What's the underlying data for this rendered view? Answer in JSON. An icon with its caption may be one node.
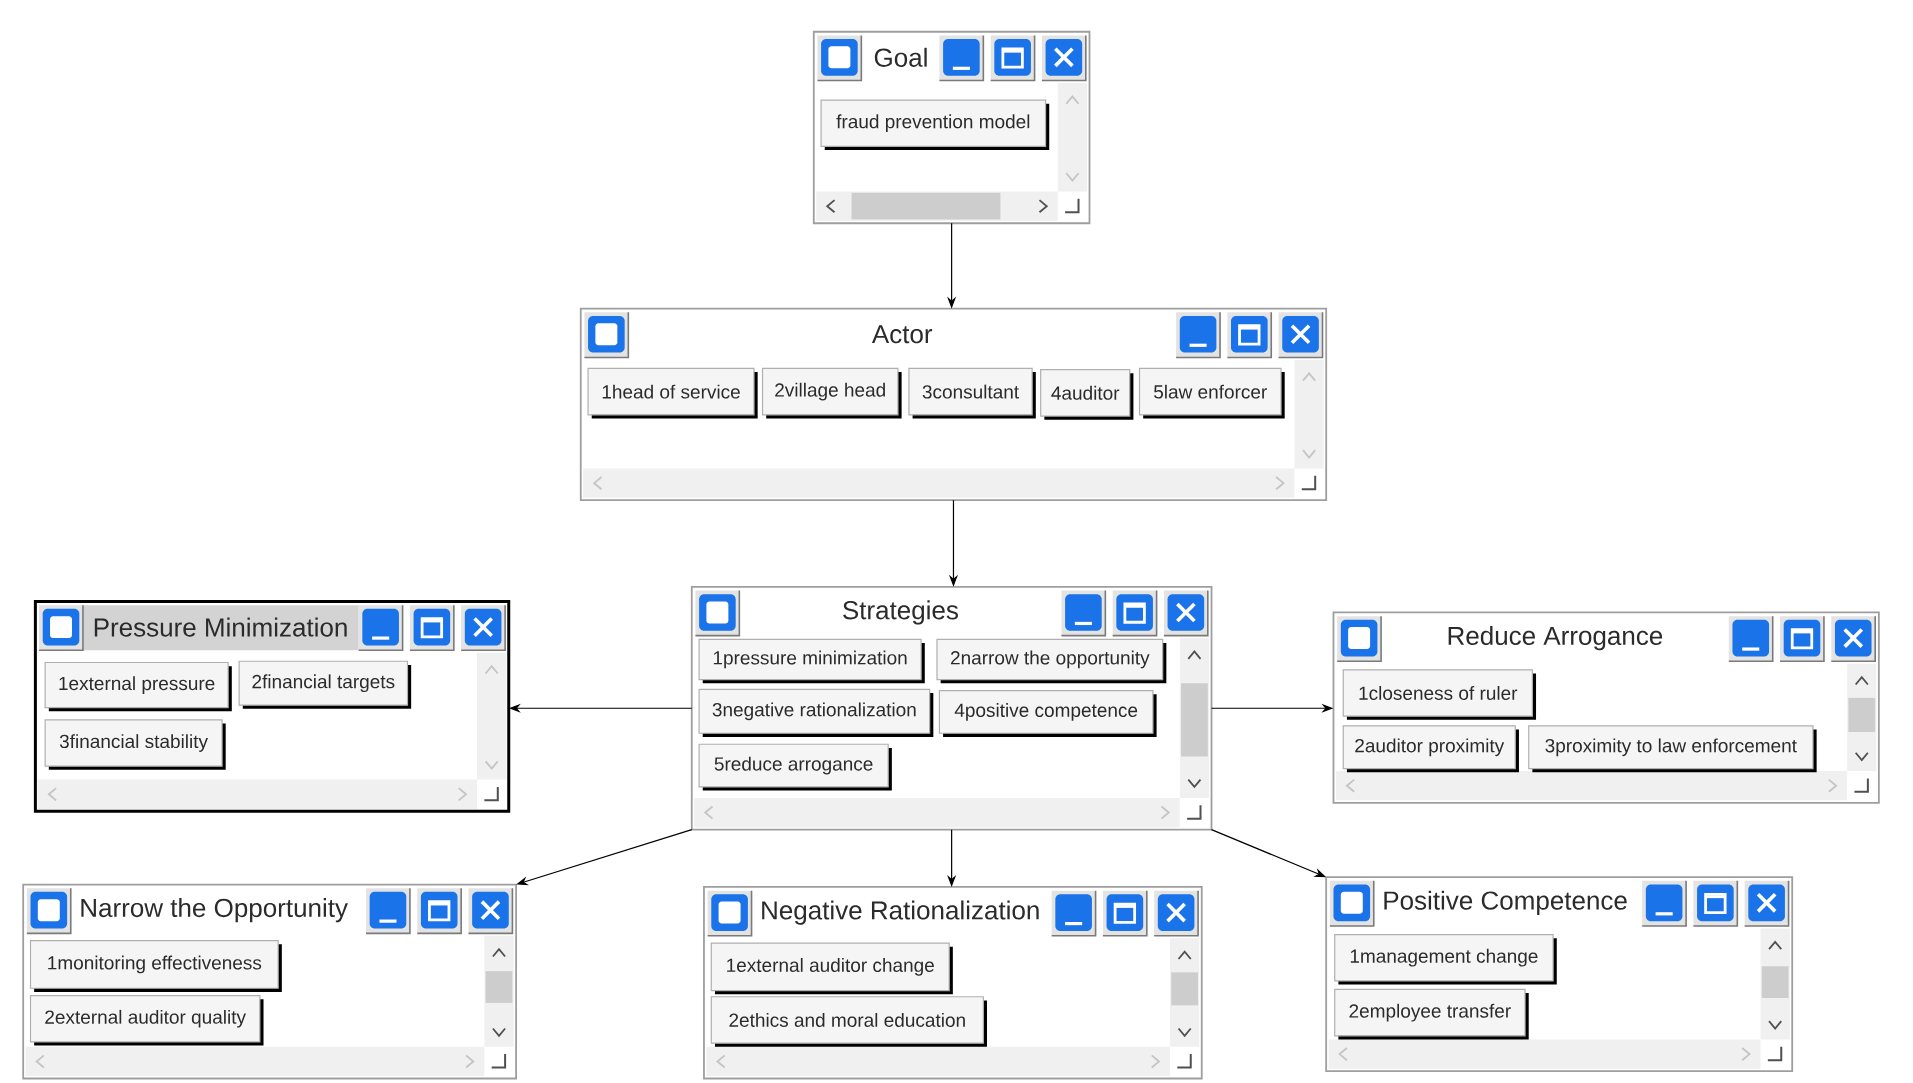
{
  "diagram": {
    "nodes": [
      {
        "text": [
          "Goal"
        ]
      },
      {
        "text": [
          "fraud prevention model"
        ],
        "in": 0
      },
      {
        "text": [
          "Actor"
        ]
      },
      {
        "text": [
          "1head of service"
        ],
        "in": 2
      },
      {
        "text": [
          "2village head"
        ],
        "in": 2
      },
      {
        "text": [
          "3consultant"
        ],
        "in": 2
      },
      {
        "text": [
          "4auditor"
        ],
        "in": 2
      },
      {
        "text": [
          "5law enforcer"
        ],
        "in": 2
      },
      {
        "text": [
          "Strategies"
        ]
      },
      {
        "text": [
          "1pressure minimization"
        ],
        "in": 8
      },
      {
        "text": [
          "2narrow the opportunity"
        ],
        "in": 8
      },
      {
        "text": [
          "3negative rationalization"
        ],
        "in": 8
      },
      {
        "text": [
          "4positive competence"
        ],
        "in": 8
      },
      {
        "text": [
          "5reduce arrogance"
        ],
        "in": 8
      },
      {
        "text": [
          "Pressure Minimization"
        ]
      },
      {
        "text": [
          "1external pressure"
        ],
        "in": 14
      },
      {
        "text": [
          "2financial targets"
        ],
        "in": 14
      },
      {
        "text": [
          "3financial stability"
        ],
        "in": 14
      },
      {
        "text": [
          "Reduce Arrogance"
        ]
      },
      {
        "text": [
          "1closeness of ruler"
        ],
        "in": 18
      },
      {
        "text": [
          "2auditor proximity"
        ],
        "in": 18
      },
      {
        "text": [
          "3proximity to law enforcement"
        ],
        "in": 18
      },
      {
        "text": [
          "Narrow the Opportunity"
        ]
      },
      {
        "text": [
          "1monitoring effectiveness"
        ],
        "in": 22
      },
      {
        "text": [
          "2external auditor quality"
        ],
        "in": 22
      },
      {
        "text": [
          "Negative Rationalization"
        ]
      },
      {
        "text": [
          "1external auditor change"
        ],
        "in": 25
      },
      {
        "text": [
          "2ethics and moral education"
        ],
        "in": 25
      },
      {
        "text": [
          "Positive Competence"
        ]
      },
      {
        "text": [
          "1management change"
        ],
        "in": 28
      },
      {
        "text": [
          "2employee transfer"
        ],
        "in": 28
      }
    ],
    "edges": [
      {
        "from": 0,
        "to": 2,
        "arrow": "to"
      },
      {
        "from": 2,
        "to": 8,
        "arrow": "to"
      },
      {
        "from": 8,
        "to": 14,
        "arrow": "to"
      },
      {
        "from": 8,
        "to": 18,
        "arrow": "to"
      },
      {
        "from": 8,
        "to": 22,
        "arrow": "to"
      },
      {
        "from": 8,
        "to": 25,
        "arrow": "to"
      },
      {
        "from": 8,
        "to": 28,
        "arrow": "to"
      }
    ]
  }
}
